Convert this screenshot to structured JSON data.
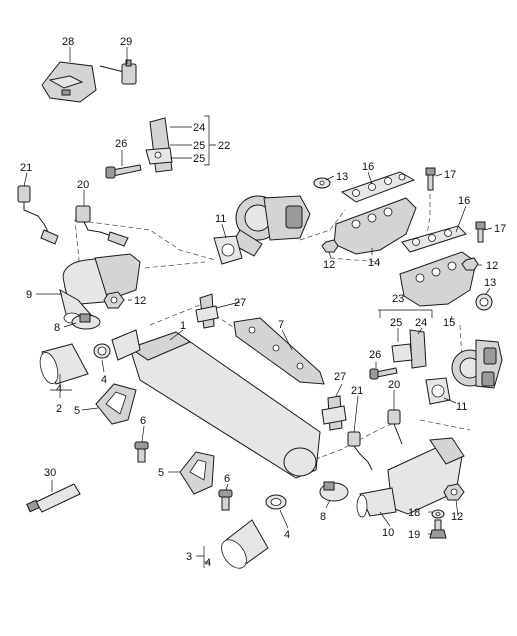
{
  "labels": {
    "p1": "1",
    "p2": "2",
    "p3": "3",
    "p4a": "4",
    "p4b": "4",
    "p4c": "4",
    "p4d": "4",
    "p5a": "5",
    "p5b": "5",
    "p6a": "6",
    "p6b": "6",
    "p7": "7",
    "p8a": "8",
    "p8b": "8",
    "p9": "9",
    "p10": "10",
    "p11a": "11",
    "p11b": "11",
    "p12a": "12",
    "p12b": "12",
    "p12c": "12",
    "p12d": "12",
    "p13a": "13",
    "p13b": "13",
    "p14": "14",
    "p15": "15",
    "p16a": "16",
    "p16b": "16",
    "p17a": "17",
    "p17b": "17",
    "p18": "18",
    "p19": "19",
    "p20a": "20",
    "p20b": "20",
    "p21a": "21",
    "p21b": "21",
    "p22": "22",
    "p23": "23",
    "p24a": "24",
    "p24b": "24",
    "p25a": "25",
    "p25b": "25",
    "p25c": "25",
    "p26a": "26",
    "p26b": "26",
    "p27a": "27",
    "p27b": "27",
    "p28": "28",
    "p29": "29",
    "p30": "30"
  }
}
